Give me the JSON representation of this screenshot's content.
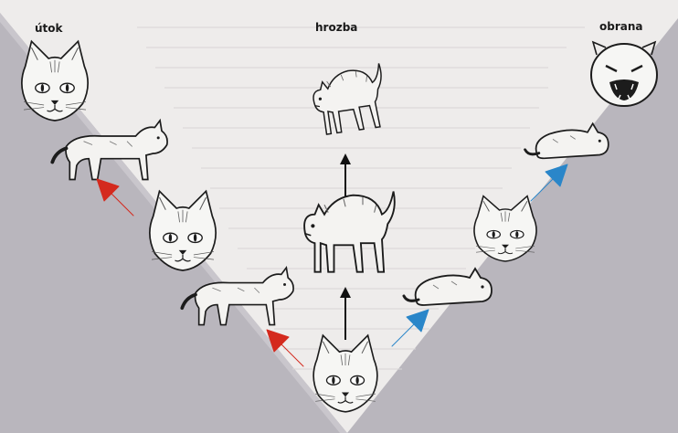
{
  "labels": {
    "attack": "útok",
    "threat": "hrozba",
    "defense": "obrana"
  },
  "colors": {
    "background": "#b9b6bd",
    "paper": "#eeeceb",
    "attack_arrow": "#d42a1e",
    "defense_arrow": "#2a86c9",
    "threat_arrow": "#111111"
  },
  "figures": [
    {
      "name": "cat-face-neutral-center",
      "icon": "cat-face"
    },
    {
      "name": "cat-face-ears-forward",
      "icon": "cat-face"
    },
    {
      "name": "cat-face-aggressive",
      "icon": "cat-face"
    },
    {
      "name": "cat-face-flattened-ears",
      "icon": "cat-face"
    },
    {
      "name": "cat-face-hissing",
      "icon": "cat-face-hissing"
    },
    {
      "name": "cat-body-stalking-low",
      "icon": "cat-body"
    },
    {
      "name": "cat-body-stalking-high",
      "icon": "cat-body"
    },
    {
      "name": "cat-body-arched-small",
      "icon": "cat-arched-back"
    },
    {
      "name": "cat-body-arched-large",
      "icon": "cat-arched-back"
    },
    {
      "name": "cat-body-crouching-small",
      "icon": "cat-crouch"
    },
    {
      "name": "cat-body-crouching-large",
      "icon": "cat-crouch"
    }
  ],
  "arrows": [
    {
      "name": "attack-arrow-1",
      "kind": "attack"
    },
    {
      "name": "attack-arrow-2",
      "kind": "attack"
    },
    {
      "name": "threat-arrow-1",
      "kind": "threat"
    },
    {
      "name": "threat-arrow-2",
      "kind": "threat"
    },
    {
      "name": "defense-arrow-1",
      "kind": "defense"
    },
    {
      "name": "defense-arrow-2",
      "kind": "defense"
    }
  ]
}
